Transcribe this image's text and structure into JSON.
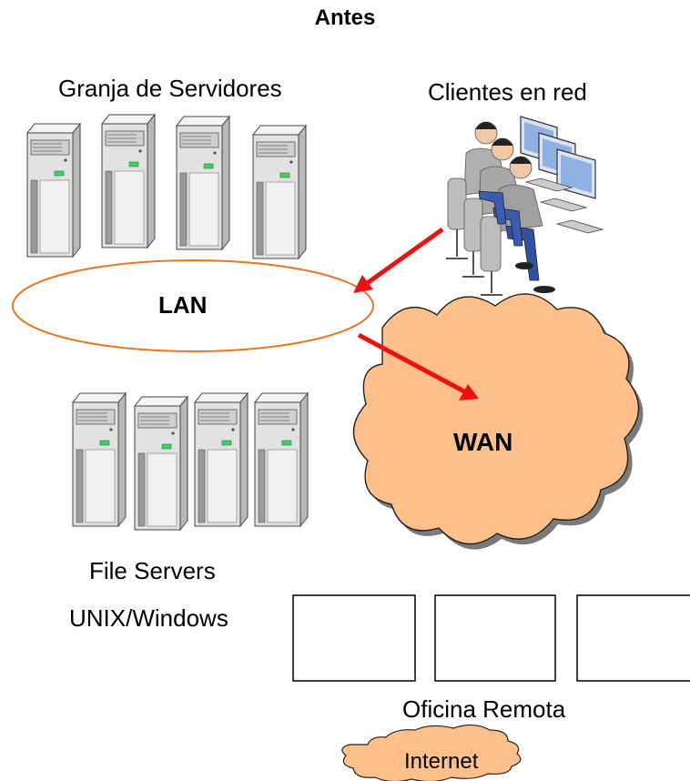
{
  "title": "Antes",
  "server_farm": {
    "label": "Granja de Servidores"
  },
  "clients": {
    "label": "Clientes en red"
  },
  "lan": {
    "label": "LAN"
  },
  "wan": {
    "label": "WAN"
  },
  "file_servers": {
    "label": "File Servers",
    "sublabel": "UNIX/Windows"
  },
  "remote_office": {
    "label": "Oficina Remota"
  },
  "internet": {
    "label": "Internet"
  },
  "colors": {
    "lan_outline": "#e87722",
    "cloud_fill": "#ffc08c",
    "arrow": "#ee1111",
    "server_body": "#e4e4e4",
    "client_shirt": "#a8a8a8",
    "client_pants": "#3050a0"
  }
}
